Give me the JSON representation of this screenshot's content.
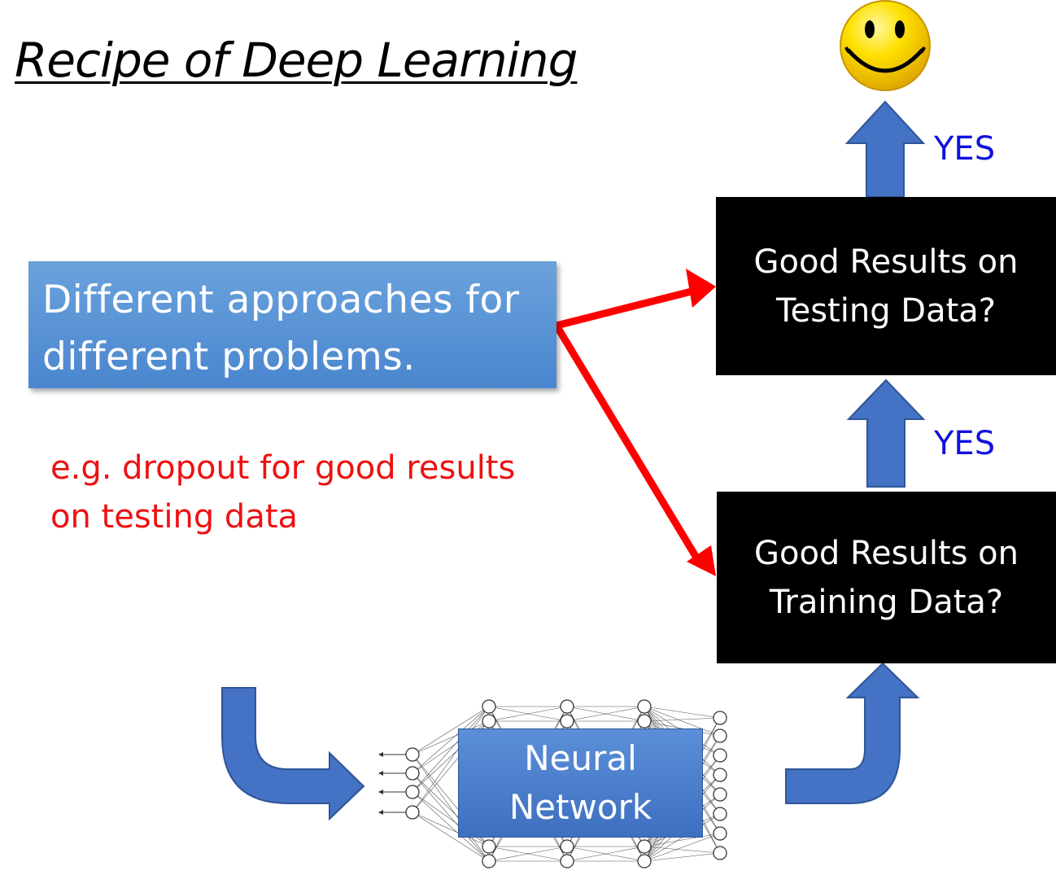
{
  "title": "Recipe of Deep Learning",
  "approach_box": {
    "line1": "Different approaches for",
    "line2": "different problems."
  },
  "example_text": {
    "line1": "e.g. dropout for good results",
    "line2": "on testing data"
  },
  "testing_box": {
    "line1": "Good Results on",
    "line2": "Testing Data?"
  },
  "training_box": {
    "line1": "Good Results on",
    "line2": "Training Data?"
  },
  "yes_top": "YES",
  "yes_mid": "YES",
  "neural_network": {
    "line1": "Neural",
    "line2": "Network"
  },
  "colors": {
    "arrow_blue": "#4472c4",
    "pointer_red": "#ff0000",
    "yes_blue": "#1111dd",
    "example_red": "#ee1111",
    "smiley_yellow": "#ffd700"
  },
  "icons": [
    "smiley-face-icon",
    "neural-network-graph-icon"
  ]
}
